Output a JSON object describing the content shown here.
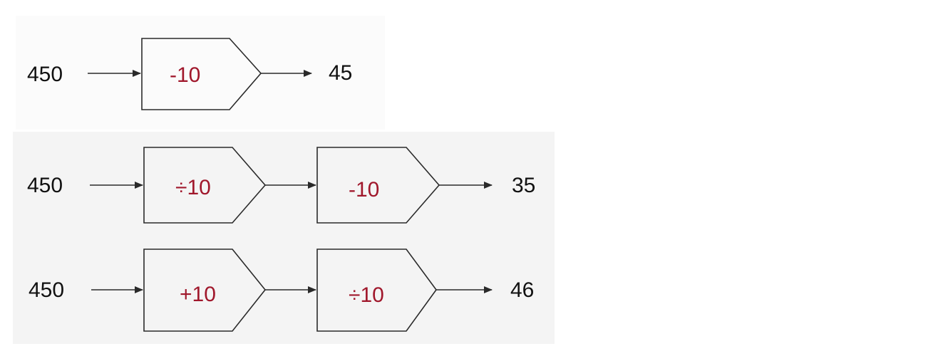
{
  "colors": {
    "operation_text": "#a0172b",
    "number_text": "#111111",
    "stroke": "#2a2a2a"
  },
  "rows": [
    {
      "input": "450",
      "operations": [
        "-10"
      ],
      "output": "45"
    },
    {
      "input": "450",
      "operations": [
        "÷10",
        "-10"
      ],
      "output": "35"
    },
    {
      "input": "450",
      "operations": [
        "+10",
        "÷10"
      ],
      "output": "46"
    }
  ]
}
